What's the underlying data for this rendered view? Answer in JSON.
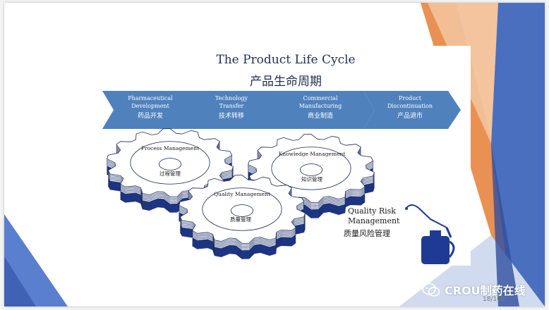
{
  "title_en": "The Product Life Cycle",
  "title_zh": "产品生命周期",
  "stages": [
    {
      "label_en_1": "Pharmaceutical",
      "label_en_2": "Development",
      "label_zh": "药品开发"
    },
    {
      "label_en_1": "Technology",
      "label_en_2": "Transfer",
      "label_zh": "技术转移"
    },
    {
      "label_en_1": "Commercial",
      "label_en_2": "Manufacturing",
      "label_zh": "商业制造"
    },
    {
      "label_en_1": "Product",
      "label_en_2": "Discontinuation",
      "label_zh": "产品退市"
    }
  ],
  "gears": [
    {
      "label_en": "Process Management",
      "label_zh": "过程管理"
    },
    {
      "label_en": "Knowledge Management",
      "label_zh": "知识管理"
    },
    {
      "label_en": "Quality Management",
      "label_zh": "质量管理"
    }
  ],
  "quality_risk": {
    "line1": "Quality Risk",
    "line2": "Management",
    "line3": "质量风险管理"
  },
  "page_number": "18/102",
  "watermark": "CROU制药在线",
  "colors": {
    "arrow_fill": "#4f81bd",
    "gear_dark": "#1f3a93",
    "title": "#1f2f4f",
    "orange": "#e07b39",
    "blue_band": "#4a6fbf"
  },
  "icons": {
    "oil_can": "oil-can-icon",
    "wechat": "wechat-icon"
  }
}
